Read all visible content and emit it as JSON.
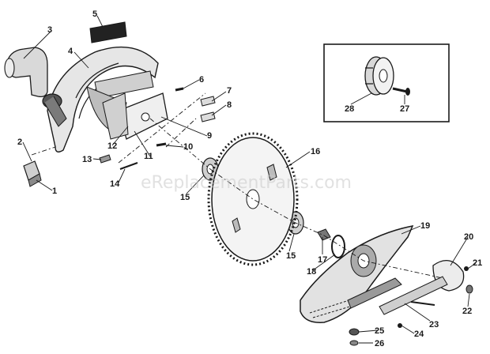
{
  "watermark": "eReplacementParts.com",
  "callouts": [
    {
      "id": "1",
      "label": "1"
    },
    {
      "id": "2",
      "label": "2"
    },
    {
      "id": "3",
      "label": "3"
    },
    {
      "id": "4",
      "label": "4"
    },
    {
      "id": "5",
      "label": "5"
    },
    {
      "id": "6",
      "label": "6"
    },
    {
      "id": "7",
      "label": "7"
    },
    {
      "id": "8",
      "label": "8"
    },
    {
      "id": "9",
      "label": "9"
    },
    {
      "id": "10",
      "label": "10"
    },
    {
      "id": "11",
      "label": "11"
    },
    {
      "id": "12",
      "label": "12"
    },
    {
      "id": "13",
      "label": "13"
    },
    {
      "id": "14",
      "label": "14"
    },
    {
      "id": "15a",
      "label": "15"
    },
    {
      "id": "15b",
      "label": "15"
    },
    {
      "id": "16",
      "label": "16"
    },
    {
      "id": "17",
      "label": "17"
    },
    {
      "id": "18",
      "label": "18"
    },
    {
      "id": "19",
      "label": "19"
    },
    {
      "id": "20",
      "label": "20"
    },
    {
      "id": "21",
      "label": "21"
    },
    {
      "id": "22",
      "label": "22"
    },
    {
      "id": "23",
      "label": "23"
    },
    {
      "id": "24",
      "label": "24"
    },
    {
      "id": "25",
      "label": "25"
    },
    {
      "id": "26",
      "label": "26"
    },
    {
      "id": "27",
      "label": "27"
    },
    {
      "id": "28",
      "label": "28"
    }
  ]
}
